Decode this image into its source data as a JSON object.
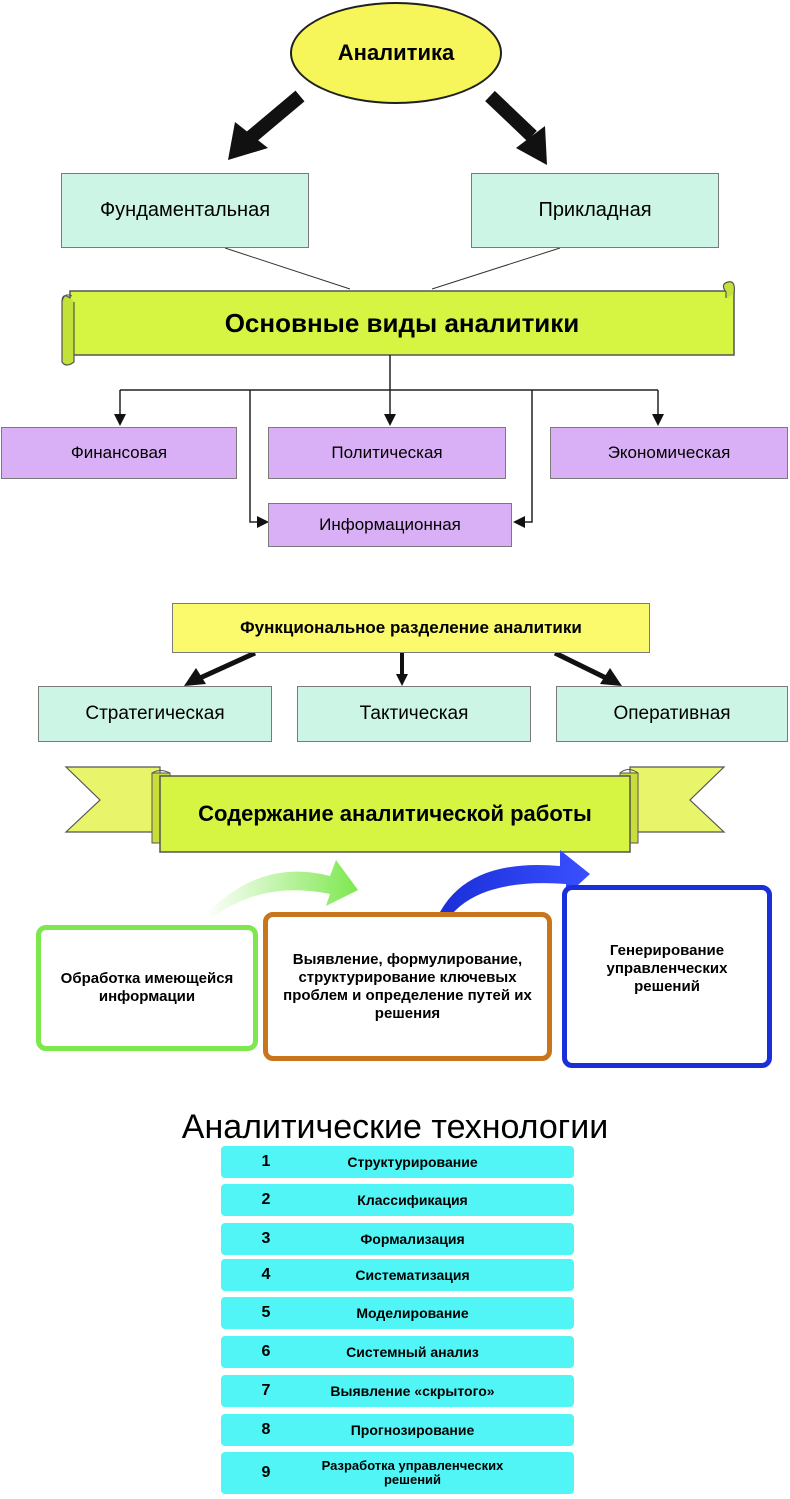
{
  "top": {
    "title": "Аналитика"
  },
  "branches": [
    "Фундаментальная",
    "Прикладная"
  ],
  "main_banner": {
    "title": "Основные виды аналитики"
  },
  "types": {
    "financial": "Финансовая",
    "political": "Политическая",
    "economic": "Экономическая",
    "informational": "Информационная"
  },
  "functional": {
    "title": "Функциональное разделение аналитики",
    "levels": [
      "Стратегическая",
      "Тактическая",
      "Оперативная"
    ]
  },
  "content_banner": {
    "title": "Содержание аналитической работы"
  },
  "steps": [
    "Обработка имеющейся информации",
    "Выявление, формулирование, структурирование ключевых проблем и определение путей их решения",
    "Генерирование управленческих решений"
  ],
  "technologies": {
    "title": "Аналитические технологии",
    "items": [
      {
        "num": "1",
        "label": "Структурирование"
      },
      {
        "num": "2",
        "label": "Классификация"
      },
      {
        "num": "3",
        "label": "Формализация"
      },
      {
        "num": "4",
        "label": "Систематизация"
      },
      {
        "num": "5",
        "label": "Моделирование"
      },
      {
        "num": "6",
        "label": "Системный анализ"
      },
      {
        "num": "7",
        "label": "Выявление «скрытого»"
      },
      {
        "num": "8",
        "label": "Прогнозирование"
      },
      {
        "num": "9",
        "label": "Разработка управленческих решений"
      }
    ]
  },
  "colors": {
    "ellipse": "#f6f55a",
    "banner": "#d6f542",
    "teal_box": "#ccf5e6",
    "lilac_box": "#d9b0f5",
    "tech_row": "#52f5f5",
    "card_green": "#7de84e",
    "card_orange": "#c9751c",
    "card_blue": "#1a2fd8"
  }
}
